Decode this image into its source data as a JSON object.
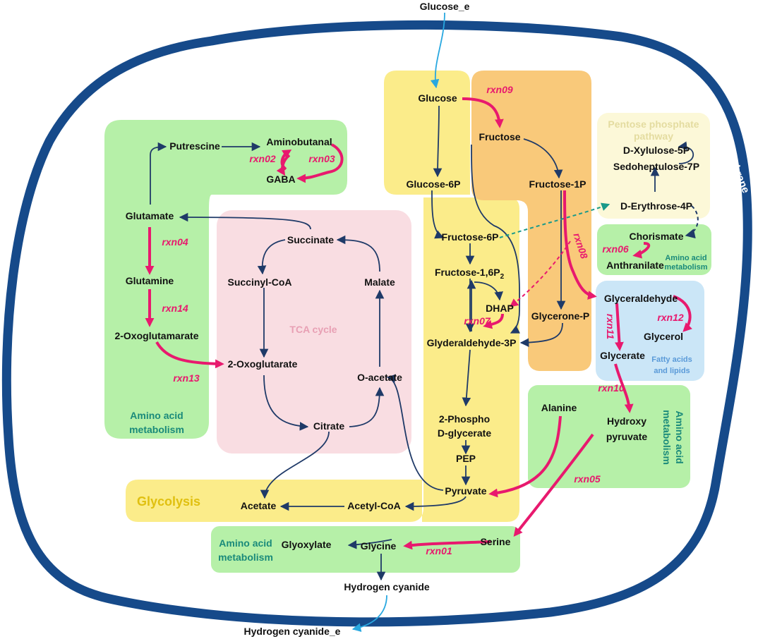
{
  "membrane": {
    "label": "Cell membrane",
    "color": "#164a8a"
  },
  "colors": {
    "green": "#b6f0a8",
    "pink": "#f9dde2",
    "yellow": "#fbec8a",
    "orange": "#f9c97a",
    "pale_yellow": "#fcf8d8",
    "light_blue": "#cbe6f7",
    "reaction": "#e8196e",
    "arrow": "#1f3a68",
    "exchange": "#29a8e0"
  },
  "regions": {
    "amino_left_1": "Amino acid",
    "amino_left_2": "metabolism",
    "tca": "TCA cycle",
    "glycolysis": "Glycolysis",
    "ppp_1": "Pentose phosphate",
    "ppp_2": "pathway",
    "amino_chorismate_1": "Amino acid",
    "amino_chorismate_2": "metabolism",
    "fatty_1": "Fatty acids",
    "fatty_2": "and lipids",
    "amino_right_1": "Amino acid",
    "amino_right_2": "metabolism",
    "amino_bottom_1": "Amino acid",
    "amino_bottom_2": "metabolism"
  },
  "metabolites": {
    "glucose_e": "Glucose_e",
    "glucose": "Glucose",
    "fructose": "Fructose",
    "glucose6p": "Glucose-6P",
    "fructose1p": "Fructose-1P",
    "fructose6p": "Fructose-6P",
    "fructose16p": "Fructose-1,6P",
    "fructose16p_sub": "2",
    "dhap": "DHAP",
    "glycerone_p": "Glycerone-P",
    "g3p": "Glyderaldehyde-3P",
    "phospho_1": "2-Phospho",
    "phospho_2": "D-glycerate",
    "pep": "PEP",
    "pyruvate": "Pyruvate",
    "acetyl_coa": "Acetyl-CoA",
    "acetate": "Acetate",
    "putrescine": "Putrescine",
    "aminobutanal": "Aminobutanal",
    "gaba": "GABA",
    "glutamate": "Glutamate",
    "glutamine": "Glutamine",
    "oxoglutamarate": "2-Oxoglutamarate",
    "oxoglutarate": "2-Oxoglutarate",
    "succinate": "Succinate",
    "succinyl_coa": "Succinyl-CoA",
    "malate": "Malate",
    "o_acetate": "O-acetate",
    "citrate": "Citrate",
    "xylulose": "D-Xylulose-5P",
    "sedoheptulose": "Sedoheptulose-7P",
    "erythrose": "D-Erythrose-4P",
    "chorismate": "Chorismate",
    "anthranilate": "Anthranilate",
    "glyceraldehyde": "Glyceraldehyde",
    "glycerol": "Glycerol",
    "glycerate": "Glycerate",
    "alanine": "Alanine",
    "hydroxy_1": "Hydroxy",
    "hydroxy_2": "pyruvate",
    "serine": "Serine",
    "glycine": "Glycine",
    "glyoxylate": "Glyoxylate",
    "hydrogen_cyanide": "Hydrogen cyanide",
    "hydrogen_cyanide_e": "Hydrogen cyanide_e"
  },
  "reactions": {
    "rxn01": "rxn01",
    "rxn02": "rxn02",
    "rxn03": "rxn03",
    "rxn04": "rxn04",
    "rxn05": "rxn05",
    "rxn06": "rxn06",
    "rxn07": "rxn07",
    "rxn08": "rxn08",
    "rxn09": "rxn09",
    "rxn10": "rxn10",
    "rxn11": "rxn11",
    "rxn12": "rxn12",
    "rxn13": "rxn13",
    "rxn14": "rxn14"
  }
}
